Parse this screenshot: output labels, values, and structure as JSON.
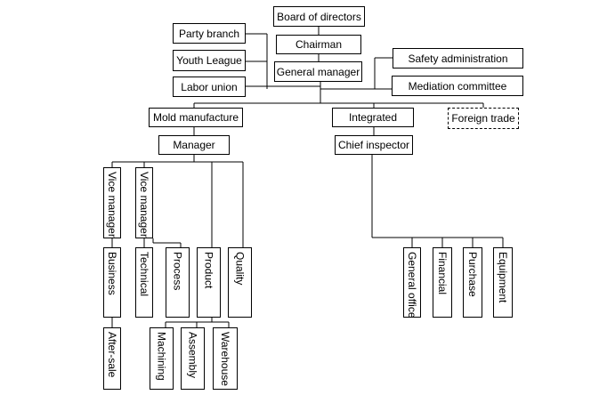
{
  "nodes": {
    "board_of_directors": "Board of directors",
    "chairman": "Chairman",
    "general_manager": "General manager",
    "party_branch": "Party branch",
    "youth_league": "Youth League",
    "labor_union": "Labor union",
    "safety_administration": "Safety administration",
    "mediation_committee": "Mediation committee",
    "mold_manufacture": "Mold manufacture",
    "integrated": "Integrated",
    "foreign_trade": "Foreign trade",
    "manager": "Manager",
    "chief_inspector": "Chief inspector",
    "vice_manager_1": "Vice manager",
    "vice_manager_2": "Vice manager",
    "business": "Business",
    "technical": "Technical",
    "process": "Process",
    "product": "Product",
    "quality": "Quality",
    "after_sale": "After-sale",
    "machining": "Machining",
    "assembly": "Assembly",
    "warehouse": "Warehouse",
    "general_office": "General office",
    "financial": "Financial",
    "purchase": "Purchase",
    "equipment": "Equipment"
  }
}
